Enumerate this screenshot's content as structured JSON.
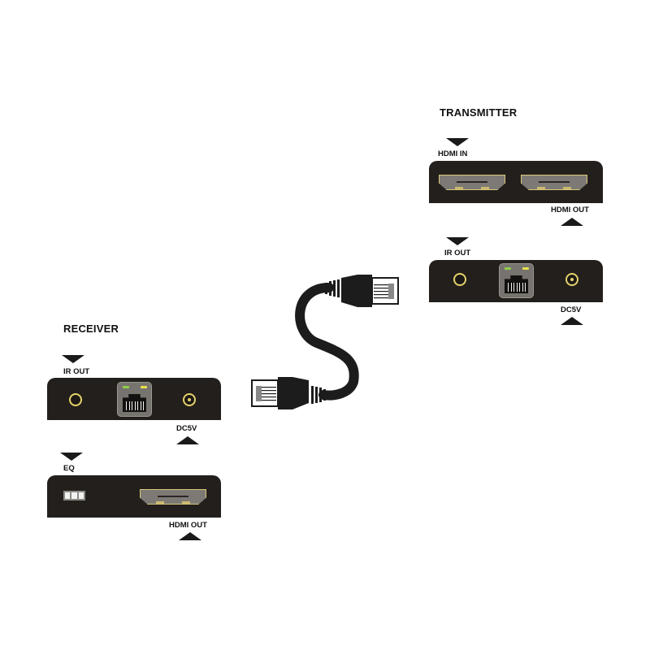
{
  "transmitter": {
    "title": "TRANSMITTER",
    "top_panel": {
      "labels": {
        "hdmi_in": "HDMI IN",
        "hdmi_out": "HDMI OUT"
      }
    },
    "bottom_panel": {
      "labels": {
        "ir_out": "IR OUT",
        "dc5v": "DC5V"
      }
    }
  },
  "receiver": {
    "title": "RECEIVER",
    "top_panel": {
      "labels": {
        "ir_out": "IR OUT",
        "dc5v": "DC5V"
      }
    },
    "bottom_panel": {
      "labels": {
        "eq": "EQ",
        "hdmi_out": "HDMI OUT"
      }
    }
  },
  "cable": {
    "type": "RJ45 ethernet patch cable"
  },
  "colors": {
    "panel": "#231f1c",
    "port_gold": "#e6d26a",
    "led_green": "#8fcf4a",
    "led_yellow": "#e8e04a",
    "hdmi_gray": "#7d7a75"
  }
}
